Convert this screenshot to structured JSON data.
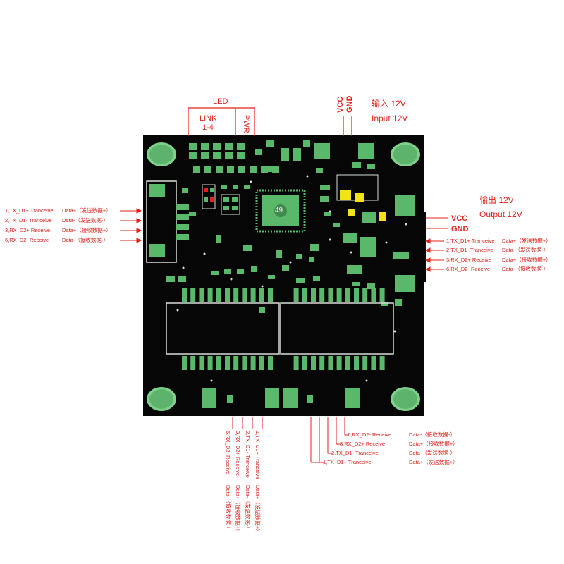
{
  "top_connector": {
    "led_title": "LED",
    "link_label": "LINK",
    "link_range": "1-4",
    "pwr_label": "PWR"
  },
  "input_power": {
    "vcc": "VCC",
    "gnd": "GND",
    "label_cn": "输入 12V",
    "label_en": "Input 12V"
  },
  "output_power": {
    "label_cn": "输出 12V",
    "label_en": "Output 12V",
    "vcc": "VCC",
    "gnd": "GND"
  },
  "chip_marking": "49",
  "pins": {
    "left": [
      {
        "name": "1,TX_D1+ Tranceive",
        "data": "Data+（发送数据+）"
      },
      {
        "name": "2,TX_D1- Tranceive",
        "data": "Data-（发送数据-）"
      },
      {
        "name": "3,RX_D2+ Receive",
        "data": "Data+（接收数据+）"
      },
      {
        "name": "6,RX_D2- Receive",
        "data": "Data-（接收数据-）"
      }
    ],
    "right": [
      {
        "name": "1,TX_D1+ Tranceive",
        "data": "Data+（发送数据+）"
      },
      {
        "name": "2,TX_D1- Tranceive",
        "data": "Data-（发送数据-）"
      },
      {
        "name": "3,RX_D2+ Receive",
        "data": "Data+（接收数据+）"
      },
      {
        "name": "6,RX_D2- Receive",
        "data": "Data-（接收数据-）"
      }
    ],
    "bottom_vertical": [
      {
        "name": "1,TX_D1+ Tranceive",
        "data": "Data+（发送数据+）"
      },
      {
        "name": "2,TX_D1- Tranceive",
        "data": "Data-（发送数据-）"
      },
      {
        "name": "3,RX_D2+ Receive",
        "data": "Data+（接收数据+）"
      },
      {
        "name": "6,RX_D2- Receive",
        "data": "Data-（接收数据-）"
      }
    ],
    "bottom_right": [
      {
        "name": "6,RX_D2- Receive",
        "data": "Data-（接收数据-）"
      },
      {
        "name": "3,RX_D2+ Receive",
        "data": "Data+（接收数据+）"
      },
      {
        "name": "2,TX_D1- Tranceive",
        "data": "Data-（发送数据-）"
      },
      {
        "name": "1,TX_D1+ Tranceive",
        "data": "Data+（发送数据+）"
      }
    ]
  },
  "colors": {
    "board": "#050605",
    "pad": "#59b86a",
    "pad_light": "#7fd08c",
    "silk": "#d8ddd8",
    "wire": "#e0231c",
    "led_yellow": "#f2e21a"
  }
}
